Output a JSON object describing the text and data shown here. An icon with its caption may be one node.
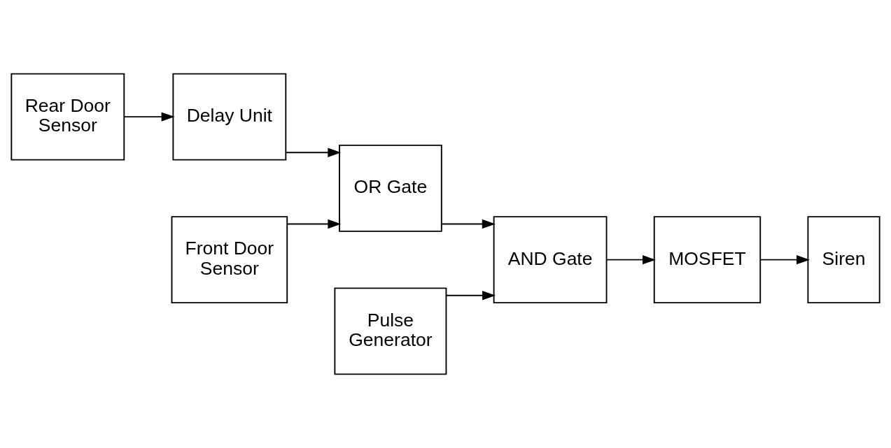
{
  "diagram": {
    "nodes": [
      {
        "text": [
          "Rear Door Sensor"
        ]
      },
      {
        "text": [
          "Delay Unit"
        ]
      },
      {
        "text": [
          "OR Gate"
        ]
      },
      {
        "text": [
          "Front Door Sensor"
        ]
      },
      {
        "text": [
          "AND Gate"
        ]
      },
      {
        "text": [
          "MOSFET"
        ]
      },
      {
        "text": [
          "Siren"
        ]
      },
      {
        "text": [
          "Pulse Generator"
        ]
      }
    ],
    "edges": [
      {
        "from": 0,
        "to": 1,
        "arrow": "to"
      },
      {
        "from": 1,
        "to": 2,
        "arrow": "to"
      },
      {
        "from": 3,
        "to": 2,
        "arrow": "to"
      },
      {
        "from": 2,
        "to": 4,
        "arrow": "to"
      },
      {
        "from": 7,
        "to": 4,
        "arrow": "to"
      },
      {
        "from": 4,
        "to": 5,
        "arrow": "to"
      },
      {
        "from": 5,
        "to": 6,
        "arrow": "to"
      }
    ]
  }
}
